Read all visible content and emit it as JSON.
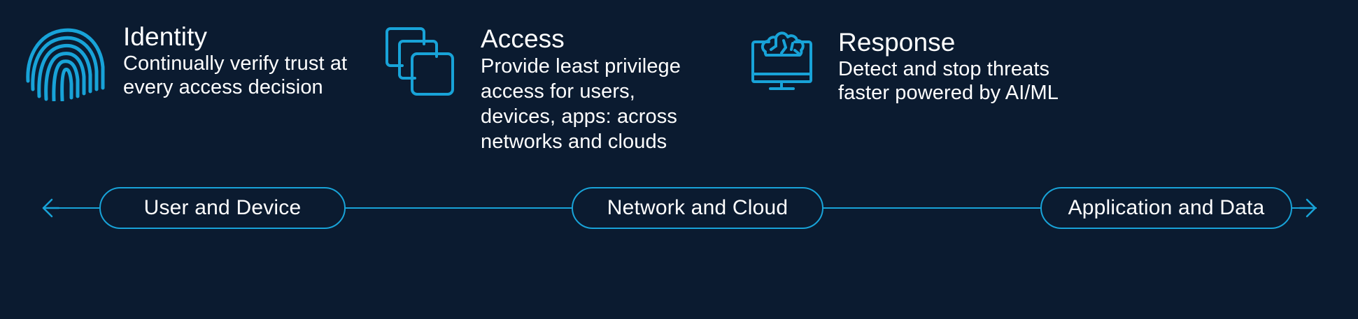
{
  "theme": {
    "background": "#0b1b30",
    "accent": "#18a3d8",
    "text": "#ffffff"
  },
  "pillars": [
    {
      "key": "identity",
      "icon": "fingerprint-icon",
      "title": "Identity",
      "desc_lines": [
        "Continually verify trust at",
        "every access decision"
      ]
    },
    {
      "key": "access",
      "icon": "stacked-squares-icon",
      "title": "Access",
      "desc_lines": [
        "Provide least privilege",
        "access for users,",
        "devices, apps: across",
        "networks and clouds"
      ]
    },
    {
      "key": "response",
      "icon": "brain-monitor-icon",
      "title": "Response",
      "desc_lines": [
        "Detect and stop threats",
        "faster powered by AI/ML"
      ]
    }
  ],
  "flow": {
    "left_arrow_icon": "arrow-left-icon",
    "right_arrow_icon": "arrow-right-icon",
    "stages": [
      {
        "key": "user",
        "label": "User and Device"
      },
      {
        "key": "network",
        "label": "Network and Cloud"
      },
      {
        "key": "application",
        "label": "Application and Data"
      }
    ]
  }
}
